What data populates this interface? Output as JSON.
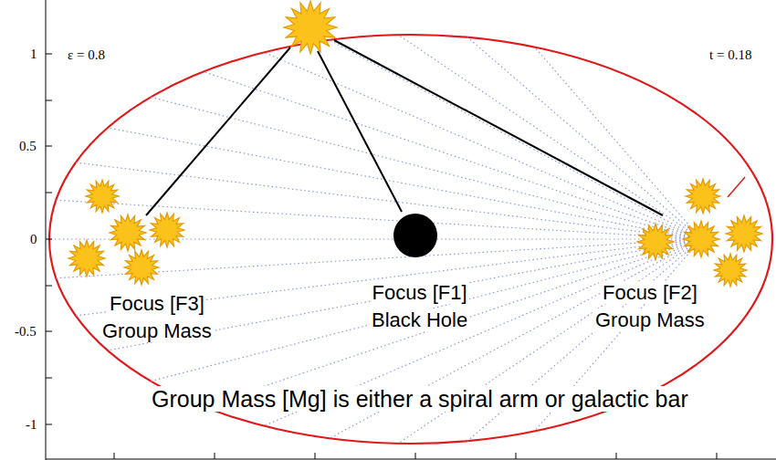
{
  "diagram": {
    "nodes": [
      {
        "text": [
          "Focus [F3]",
          "Group Mass"
        ]
      },
      {
        "text": [
          "Focus [F1]",
          "Black Hole"
        ]
      },
      {
        "text": [
          "Focus [F2]",
          "Group Mass"
        ]
      }
    ],
    "labels": [
      "ε = 0.8",
      "t = 0.18",
      "1",
      "0.5",
      "0",
      "-0.5",
      "-1",
      "Group Mass [Mg] is either a spiral arm or galactic bar"
    ]
  }
}
